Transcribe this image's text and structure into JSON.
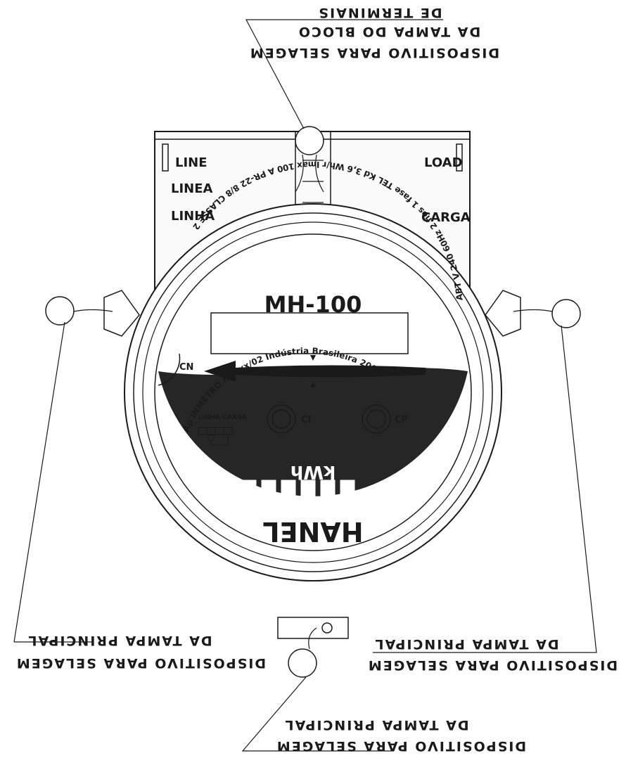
{
  "callouts": {
    "terminal_block": {
      "line1": "DISPOSITIVO PARA SELAGEM",
      "line2": "DA TAMPA DO BLOCO",
      "line3": "DE TERMINAIS"
    },
    "main_left": {
      "line1": "DISPOSITIVO PARA SELAGEM",
      "line2": "DA TAMPA PRINCIPAL"
    },
    "main_right": {
      "line1": "DISPOSITIVO PARA SELAGEM",
      "line2": "DA TAMPA PRINCIPAL"
    },
    "main_bottom": {
      "line1": "DISPOSITIVO PARA SELAGEM",
      "line2": "DA TAMPA PRINCIPAL"
    }
  },
  "terminal_block": {
    "left_labels": [
      "LINE",
      "LINEA",
      "LINHA"
    ],
    "right_labels": [
      "LOAD",
      "CARGA"
    ]
  },
  "meter_face": {
    "model": "MH-100",
    "approval": "Ap INMETRO nº xxx/02  Indústria Brasileira  2002",
    "brand": "HANEL",
    "unit": "kWh",
    "specs": "ABT  V 240  60Hz  2 fios  1 fase  TEL  Kd 3,6 Wh/r  Imax 100 A  PR-22 8/8  CLASSE 2",
    "cn_label": "CN",
    "ci_label": "CI",
    "cp_label": "CP",
    "diagram_label": "LINHA  CARGA",
    "colors": {
      "ink": "#1a1a1a",
      "paper": "#ffffff",
      "dark_band": "#262626"
    }
  }
}
